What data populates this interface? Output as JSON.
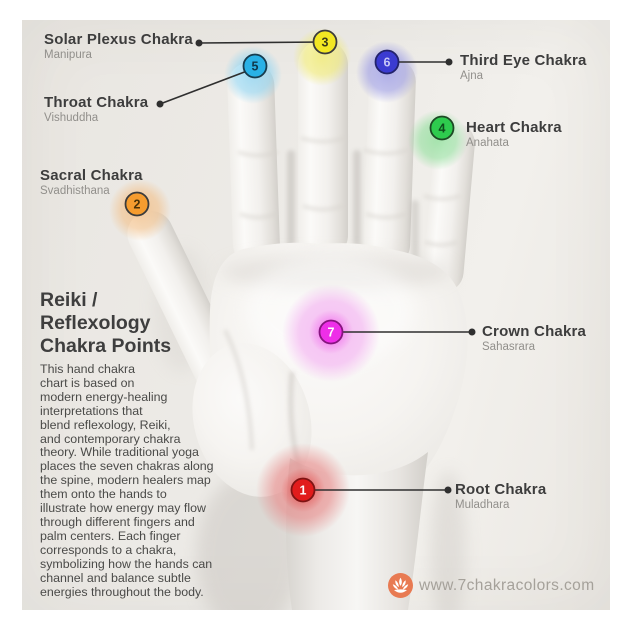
{
  "meta": {
    "canvas_bg": "#ffffff",
    "photo_bg": "#ebe8e3",
    "line_color": "#2f2f2f",
    "label_title_color": "#3d3d3d",
    "label_sub_color": "#918f8b"
  },
  "title": "Reiki /\nReflexology\nChakra Points",
  "description": "This hand chakra\nchart is based on\nmodern energy-healing\ninterpretations that\nblend reflexology, Reiki,\nand contemporary chakra\ntheory. While traditional yoga\nplaces the seven chakras along\nthe spine, modern healers map\nthem onto the hands to\nillustrate how energy may flow\nthrough different fingers and\npalm centers. Each finger\ncorresponds to a chakra,\nsymbolizing how the hands can\nchannel and balance subtle\nenergies throughout the body.",
  "chakras": [
    {
      "num": "1",
      "name": "Root Chakra",
      "sanskrit": "Muladhara",
      "location": "wrist-base",
      "dot": "#e11c1c",
      "ring": "#7e1414",
      "num_color": "#ffffff",
      "glow": "#e87f7f"
    },
    {
      "num": "2",
      "name": "Sacral Chakra",
      "sanskrit": "Svadhisthana",
      "location": "thumb-tip",
      "dot": "#f59c2f",
      "ring": "#3c3c3c",
      "num_color": "#4a3208",
      "glow": "#f3bd82"
    },
    {
      "num": "3",
      "name": "Solar Plexus Chakra",
      "sanskrit": "Manipura",
      "location": "middle-finger-tip",
      "dot": "#f2e723",
      "ring": "#3c3c3c",
      "num_color": "#3a3a1a",
      "glow": "#f0ea72"
    },
    {
      "num": "4",
      "name": "Heart Chakra",
      "sanskrit": "Anahata",
      "location": "pinky-finger-tip",
      "dot": "#2ecb4e",
      "ring": "#1c4a24",
      "num_color": "#0e4d1c",
      "glow": "#90df9b"
    },
    {
      "num": "5",
      "name": "Throat Chakra",
      "sanskrit": "Vishuddha",
      "location": "index-finger-tip",
      "dot": "#29b1e6",
      "ring": "#173c4e",
      "num_color": "#10374a",
      "glow": "#8ed4f2"
    },
    {
      "num": "6",
      "name": "Third Eye Chakra",
      "sanskrit": "Ajna",
      "location": "ring-finger-tip",
      "dot": "#3b3bd1",
      "ring": "#23236b",
      "num_color": "#c7c7f7",
      "glow": "#9c9ce4"
    },
    {
      "num": "7",
      "name": "Crown Chakra",
      "sanskrit": "Sahasrara",
      "location": "palm-center",
      "dot": "#ee2fe8",
      "ring": "#86157f",
      "num_color": "#ffffff",
      "glow": "#f2a5ef"
    }
  ],
  "watermark": {
    "text": "www.7chakracolors.com",
    "logo": "lotus-icon",
    "logo_color": "#e87a52"
  }
}
